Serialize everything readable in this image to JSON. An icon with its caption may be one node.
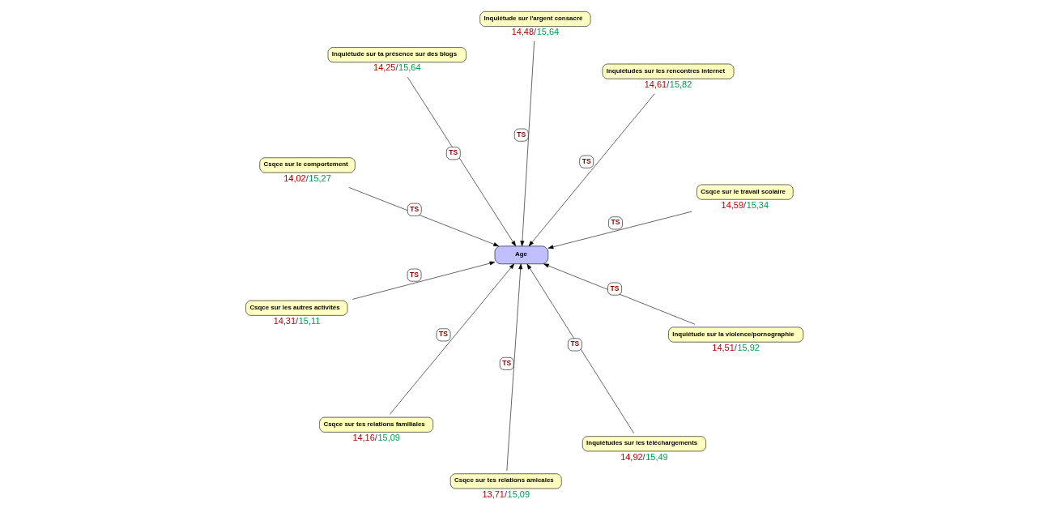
{
  "diagram": {
    "nodes": [
      {
        "text": [
          "Inquiétudes sur les rencontres internet"
        ],
        "beside": [
          "14,61/15,82"
        ]
      },
      {
        "text": [
          "Csqce sur tes relations familiales"
        ],
        "beside": [
          "14,16/15,09"
        ]
      },
      {
        "text": [
          "Inquiétudes sur les téléchargements"
        ],
        "beside": [
          "14,92/15,49"
        ]
      },
      {
        "text": [
          "Csqce sur les autres activités"
        ],
        "beside": [
          "14,31/15,11"
        ]
      },
      {
        "text": [
          "Inquiétude sur l'argent consacré"
        ],
        "beside": [
          "14,48/15,64"
        ]
      },
      {
        "text": [
          "Csqce sur tes relations amicales"
        ],
        "beside": [
          "13,71/15,09"
        ]
      },
      {
        "text": [
          "Age"
        ]
      },
      {
        "text": [
          "Inquiétude sur ta présence sur des blogs"
        ],
        "beside": [
          "14,25/15,64"
        ]
      },
      {
        "text": [
          "Csqce sur le comportement"
        ],
        "beside": [
          "14,02/15,27"
        ]
      },
      {
        "text": [
          "Inquiétude sur la violence/pornographie"
        ],
        "beside": [
          "14,51/15,92"
        ]
      },
      {
        "text": [
          "Csqce sur le travail scolaire"
        ],
        "beside": [
          "14,59/15,34"
        ]
      }
    ],
    "edges": [
      {
        "from": 0,
        "to": 6,
        "arrow": "to",
        "label": "TS"
      },
      {
        "from": 1,
        "to": 6,
        "arrow": "to",
        "label": "TS"
      },
      {
        "from": 2,
        "to": 6,
        "arrow": "to",
        "label": "TS"
      },
      {
        "from": 3,
        "to": 6,
        "arrow": "to",
        "label": "TS"
      },
      {
        "from": 4,
        "to": 6,
        "arrow": "to",
        "label": "TS"
      },
      {
        "from": 5,
        "to": 6,
        "arrow": "to",
        "label": "TS"
      },
      {
        "from": 7,
        "to": 6,
        "arrow": "to",
        "label": "TS"
      },
      {
        "from": 8,
        "to": 6,
        "arrow": "to",
        "label": "TS"
      },
      {
        "from": 9,
        "to": 6,
        "arrow": "to",
        "label": "TS"
      },
      {
        "from": 10,
        "to": 6,
        "arrow": "to",
        "label": "TS"
      }
    ]
  }
}
